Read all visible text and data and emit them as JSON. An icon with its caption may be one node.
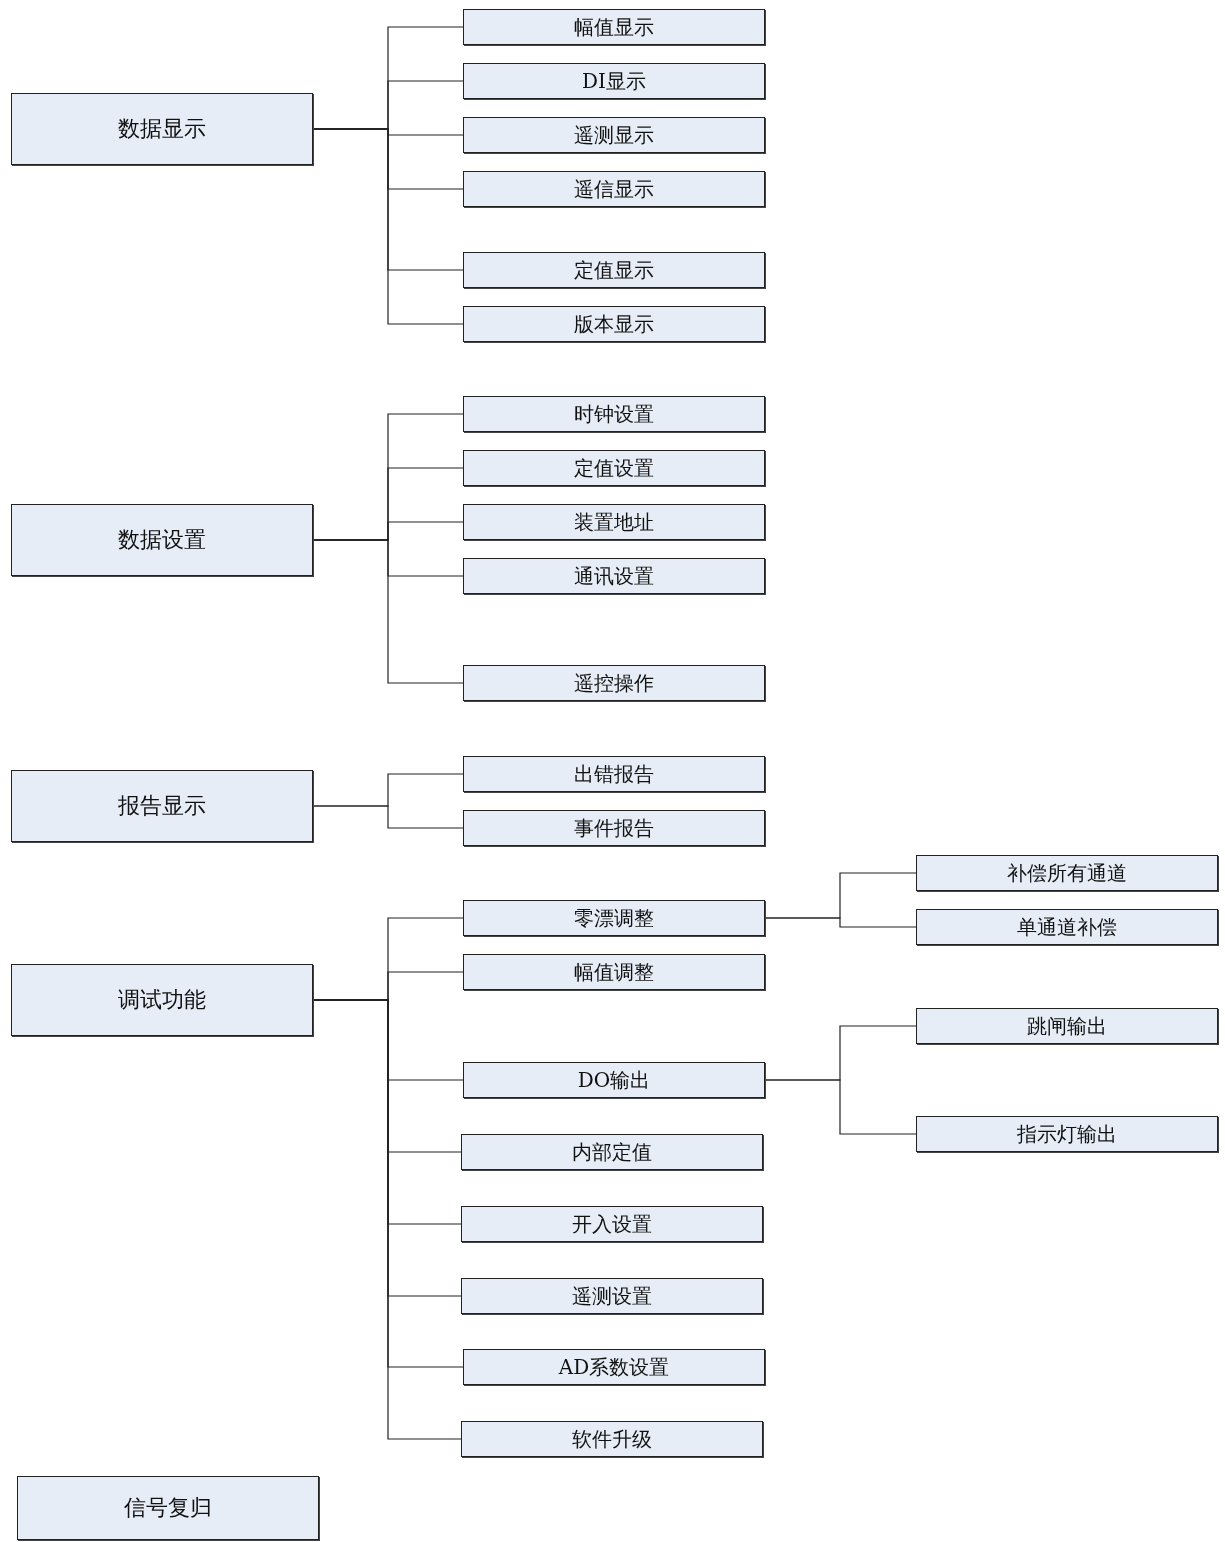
{
  "diagram": {
    "nodes": [
      {
        "text": [
          "数据显示"
        ]
      },
      {
        "text": [
          "幅值显示"
        ]
      },
      {
        "text": [
          "DI显示"
        ]
      },
      {
        "text": [
          "遥测显示"
        ]
      },
      {
        "text": [
          "遥信显示"
        ]
      },
      {
        "text": [
          "定值显示"
        ]
      },
      {
        "text": [
          "版本显示"
        ]
      },
      {
        "text": [
          "数据设置"
        ]
      },
      {
        "text": [
          "时钟设置"
        ]
      },
      {
        "text": [
          "定值设置"
        ]
      },
      {
        "text": [
          "装置地址"
        ]
      },
      {
        "text": [
          "通讯设置"
        ]
      },
      {
        "text": [
          "遥控操作"
        ]
      },
      {
        "text": [
          "报告显示"
        ]
      },
      {
        "text": [
          "出错报告"
        ]
      },
      {
        "text": [
          "事件报告"
        ]
      },
      {
        "text": [
          "调试功能"
        ]
      },
      {
        "text": [
          "零漂调整"
        ]
      },
      {
        "text": [
          "补偿所有通道"
        ]
      },
      {
        "text": [
          "单通道补偿"
        ]
      },
      {
        "text": [
          "幅值调整"
        ]
      },
      {
        "text": [
          "DO输出"
        ]
      },
      {
        "text": [
          "跳闸输出"
        ]
      },
      {
        "text": [
          "指示灯输出"
        ]
      },
      {
        "text": [
          "内部定值"
        ]
      },
      {
        "text": [
          "开入设置"
        ]
      },
      {
        "text": [
          "遥测设置"
        ]
      },
      {
        "text": [
          "AD系数设置"
        ]
      },
      {
        "text": [
          "软件升级"
        ]
      },
      {
        "text": [
          "信号复归"
        ]
      }
    ],
    "edges": [
      {
        "from": 0,
        "to": 1,
        "arrow": "none"
      },
      {
        "from": 0,
        "to": 2,
        "arrow": "none"
      },
      {
        "from": 0,
        "to": 3,
        "arrow": "none"
      },
      {
        "from": 0,
        "to": 4,
        "arrow": "none"
      },
      {
        "from": 0,
        "to": 5,
        "arrow": "none"
      },
      {
        "from": 0,
        "to": 6,
        "arrow": "none"
      },
      {
        "from": 7,
        "to": 8,
        "arrow": "none"
      },
      {
        "from": 7,
        "to": 9,
        "arrow": "none"
      },
      {
        "from": 7,
        "to": 10,
        "arrow": "none"
      },
      {
        "from": 7,
        "to": 11,
        "arrow": "none"
      },
      {
        "from": 7,
        "to": 12,
        "arrow": "none"
      },
      {
        "from": 13,
        "to": 14,
        "arrow": "none"
      },
      {
        "from": 13,
        "to": 15,
        "arrow": "none"
      },
      {
        "from": 16,
        "to": 17,
        "arrow": "none"
      },
      {
        "from": 17,
        "to": 18,
        "arrow": "none"
      },
      {
        "from": 17,
        "to": 19,
        "arrow": "none"
      },
      {
        "from": 16,
        "to": 20,
        "arrow": "none"
      },
      {
        "from": 16,
        "to": 21,
        "arrow": "none"
      },
      {
        "from": 21,
        "to": 22,
        "arrow": "none"
      },
      {
        "from": 21,
        "to": 23,
        "arrow": "none"
      },
      {
        "from": 16,
        "to": 24,
        "arrow": "none"
      },
      {
        "from": 16,
        "to": 25,
        "arrow": "none"
      },
      {
        "from": 16,
        "to": 26,
        "arrow": "none"
      },
      {
        "from": 16,
        "to": 27,
        "arrow": "none"
      },
      {
        "from": 16,
        "to": 28,
        "arrow": "none"
      }
    ]
  }
}
